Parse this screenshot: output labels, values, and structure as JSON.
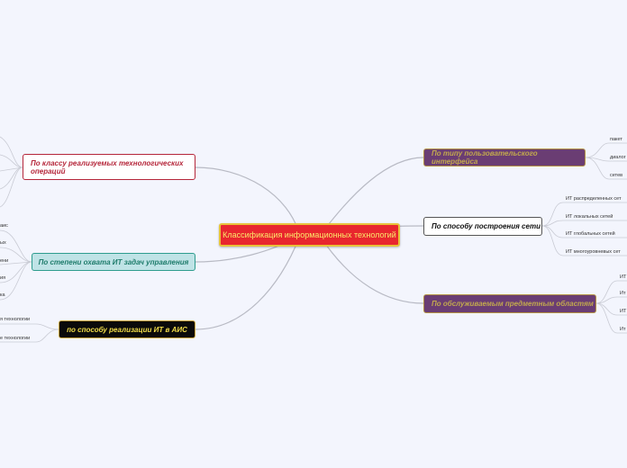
{
  "central": "Классификация информационных технологий",
  "branches": {
    "by_class": "По классу реализуемых технологических операций",
    "by_scope": "По степени охвата ИТ задач управления",
    "by_impl": "по способу реализации ИТ в АИС",
    "by_ui": "По типу пользовательского интерфейса",
    "by_network": "По способу построения сети",
    "by_domain": "По обслуживаемым предметным областям"
  },
  "leaves": {
    "scope": [
      "аис",
      "ых",
      "ени",
      "ия",
      "ка"
    ],
    "impl": [
      "я технологии",
      "е технологии"
    ],
    "ui": [
      "пакет",
      "диалог",
      "сетев"
    ],
    "network": [
      "ИТ распределенных сет",
      "ИТ локальных сетей",
      "ИТ глобальных сетей",
      "ИТ многоуровневых сет"
    ],
    "domain": [
      "ИТ",
      "Ит",
      "ИТ",
      "Ит"
    ]
  },
  "colors": {
    "background": "#f3f5fd",
    "central_fill": "#e8262e",
    "central_border": "#e8c13a",
    "connector": "#b8bac4"
  }
}
